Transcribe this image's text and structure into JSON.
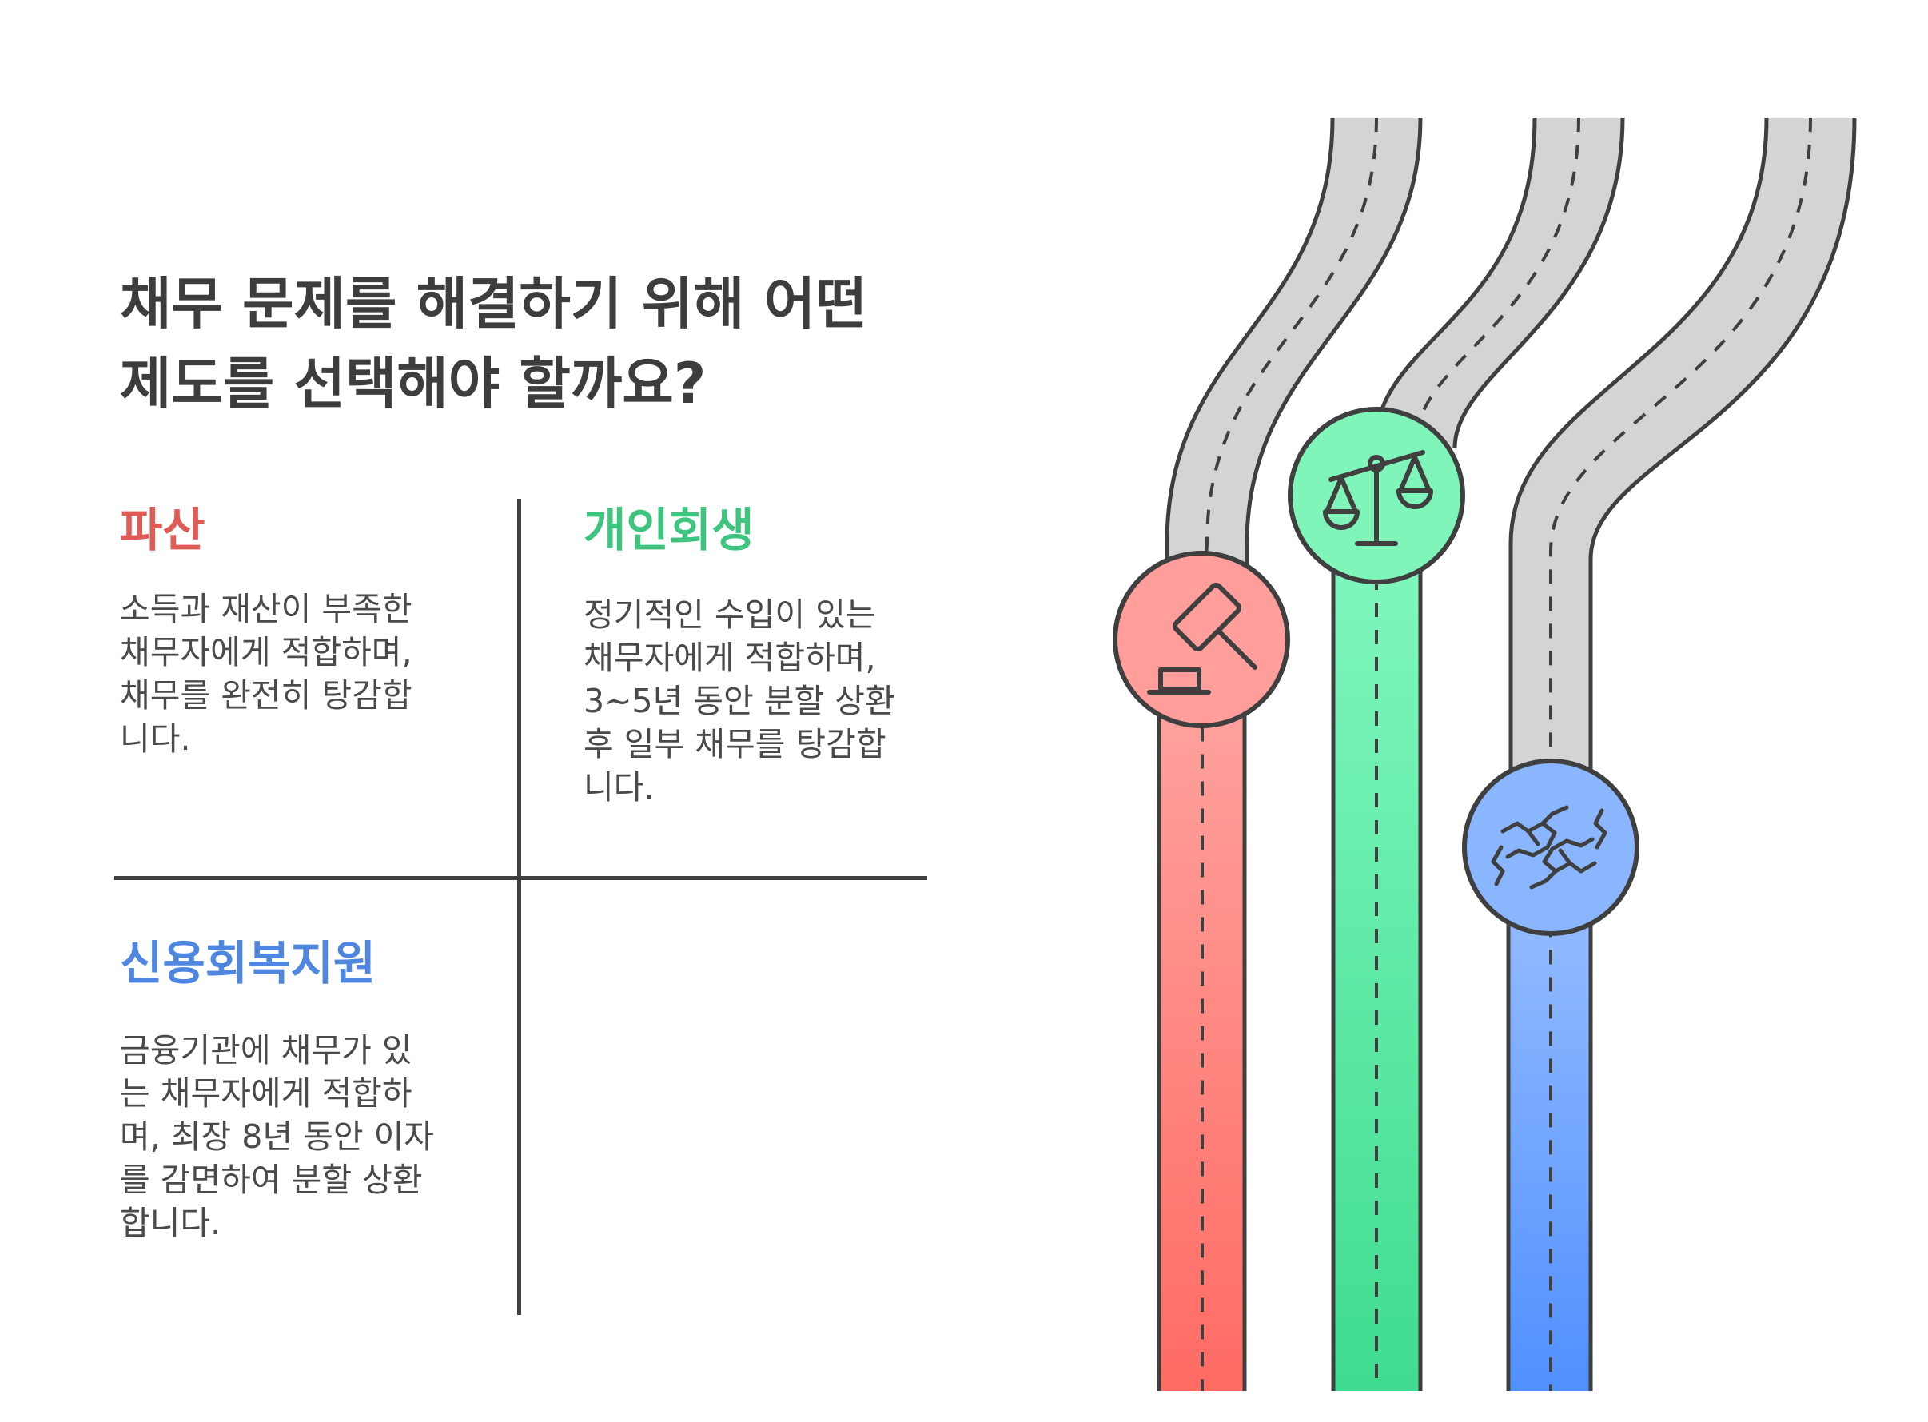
{
  "title": {
    "lines": [
      "채무 문제를 해결하기 위해 어떤",
      "제도를 선택해야 할까요?"
    ]
  },
  "options": [
    {
      "name": "파산",
      "color": "#e05a56",
      "description": [
        "소득과 재산이 부족한",
        "채무자에게 적합하며,",
        "채무를 완전히 탕감합",
        "니다."
      ],
      "icon": "gavel-icon"
    },
    {
      "name": "개인회생",
      "color": "#3dc47e",
      "description": [
        "정기적인 수입이 있는",
        "채무자에게 적합하며,",
        "3~5년 동안 분할 상환",
        "후 일부 채무를 탕감합",
        "니다."
      ],
      "icon": "scales-icon"
    },
    {
      "name": "신용회복지원",
      "color": "#4f86e0",
      "description": [
        "금융기관에 채무가 있",
        "는 채무자에게 적합하",
        "며, 최장 8년 동안 이자",
        "를 감면하여 분할 상환",
        "합니다."
      ],
      "icon": "handshake-icon"
    }
  ]
}
